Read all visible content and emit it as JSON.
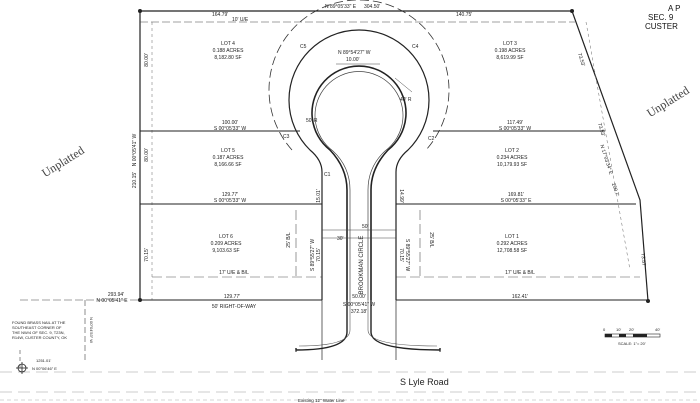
{
  "header": {
    "line1": "A P",
    "line2": "SEC. 9",
    "line3": "CUSTER"
  },
  "top_boundary": {
    "bearing": "N 89°05'33\" E",
    "distance": "304.50'",
    "left_dist": "164.79'",
    "right_dist": "140.75'",
    "easement": "10' U/E"
  },
  "east_boundary": {
    "bearing": "N 17°03'34\" E",
    "distance": "250.7'",
    "d1": "73.53'",
    "d2": "73.53'",
    "d3": "73.57'"
  },
  "lots": [
    {
      "name": "LOT 4",
      "acres": "0.188 ACRES",
      "sf": "8,182.80 SF"
    },
    {
      "name": "LOT 3",
      "acres": "0.198 ACRES",
      "sf": "8,619.99 SF"
    },
    {
      "name": "LOT 5",
      "acres": "0.187 ACRES",
      "sf": "8,166.66 SF"
    },
    {
      "name": "LOT 2",
      "acres": "0.234 ACRES",
      "sf": "10,179.93 SF"
    },
    {
      "name": "LOT 6",
      "acres": "0.209 ACRES",
      "sf": "9,103.63 SF"
    },
    {
      "name": "LOT 1",
      "acres": "0.292 ACRES",
      "sf": "12,708.58 SF"
    }
  ],
  "lot_lines": {
    "l45_dist": "100.00'",
    "l45_bearing": "S 00°05'33\" W",
    "l32_dist": "117.49'",
    "l32_bearing": "S 00°05'33\" W",
    "l56_dist": "129.77'",
    "l56_bearing": "S 00°05'33\" W",
    "l21_dist": "169.81'",
    "l21_bearing": "S 00°05'33\" E"
  },
  "side_labels": {
    "west_bearing": "N 00°05'41\" W",
    "west_dist": "210.15'",
    "w1": "80.00'",
    "w2": "80.00'",
    "w3": "70.15'",
    "c_left1": "15.01'",
    "c_right1": "14.99'",
    "c_left2": "70.15'",
    "c_right2": "70.15'",
    "stem_left": "S 89°55'27\" W",
    "stem_right": "S 89°55'27\" W",
    "bl_left": "25' B/L",
    "bl_right": "25' B/L",
    "c1": "C1",
    "c2": "C2",
    "c3": "C3",
    "c4": "C4",
    "c5": "C5"
  },
  "cul_de_sac": {
    "bearing": "N 89°54'27\" W",
    "dist": "10.00'",
    "r40": "40' R",
    "r50": "50' R",
    "street": "BROOKMAN CIRCLE",
    "width30": "30'",
    "width50": "50'"
  },
  "bottom_block": {
    "ue_left": "17' U/E & B/L",
    "ue_right": "17' U/E & B/L",
    "dist_left": "129.77'",
    "dist_right": "162.41'",
    "row": "50' RIGHT-OF-WAY",
    "stem_width": "50.00'",
    "stem_bearing": "S 00°05'41\" W",
    "stem_dist": "372.18'",
    "west_dist": "293.94'",
    "west_bearing": "N 00°05'41\" E"
  },
  "pin_note": {
    "line1": "FOUND BRASS NAIL AT THE",
    "line2": "SOUTHEAST CORNER OF",
    "line3": "THE NW/4 OF SEC. 9, T23N,",
    "line4": "R14W, CUSTER COUNTY, OK",
    "dist": "1251.01'",
    "bearing": "N 00°06'46\" E",
    "vbearing": "N 00°04'53\" W"
  },
  "unplatted_left": "Unplatted",
  "unplatted_right": "Unplatted",
  "road": "S Lyle Road",
  "waterline": "Existing 12\" Water Line",
  "scale": {
    "t0": "0",
    "t1": "10'",
    "t2": "20'",
    "t3": "40'",
    "label": "SCALE: 1\"= 20'"
  }
}
